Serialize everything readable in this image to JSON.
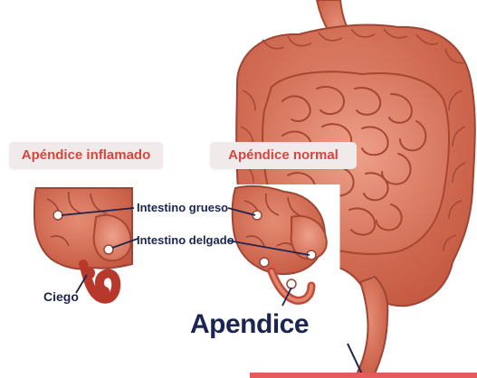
{
  "diagram": {
    "tags": {
      "inflamed": "Apéndice inflamado",
      "normal": "Apéndice normal"
    },
    "labels": {
      "large_intestine": "Intestino grueso",
      "small_intestine": "Intestino delgado",
      "cecum": "Ciego",
      "appendix": "Apendice"
    },
    "colors": {
      "intestine": "#d9735e",
      "intestine_dark": "#9e4535",
      "small_intestine": "#e48a72",
      "inflamed_appendix": "#b8382b",
      "tag_text": "#d8453f",
      "tag_background": "#f0eaea",
      "label_text": "#1b2551",
      "accent_bar": "#e55a5a"
    }
  }
}
